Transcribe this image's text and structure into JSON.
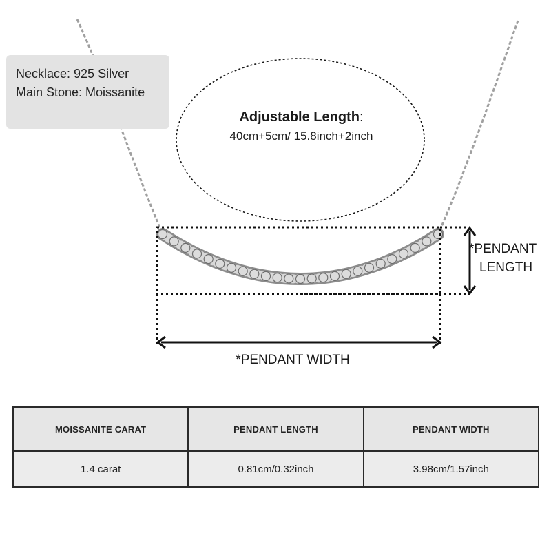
{
  "spec_box": {
    "line1": "Necklace: 925 Silver",
    "line2": "Main Stone: Moissanite"
  },
  "length_bubble": {
    "title": "Adjustable Length",
    "title_colon": ":",
    "value": "40cm+5cm/ 15.8inch+2inch"
  },
  "pendant_length_label": {
    "line1": "*PENDANT",
    "line2": "LENGTH"
  },
  "pendant_width_label": "*PENDANT WIDTH",
  "table": {
    "headers": [
      "MOISSANITE CARAT",
      "PENDANT LENGTH",
      "PENDANT WIDTH"
    ],
    "row": [
      "1.4 carat",
      "0.81cm/0.32inch",
      "3.98cm/1.57inch"
    ]
  },
  "colors": {
    "chain": "#9a9a9a",
    "stone": "#dcdcdc",
    "dimension_lines": "#111111",
    "spec_box_bg": "#e3e3e3",
    "table_bg": "#e6e6e6"
  }
}
